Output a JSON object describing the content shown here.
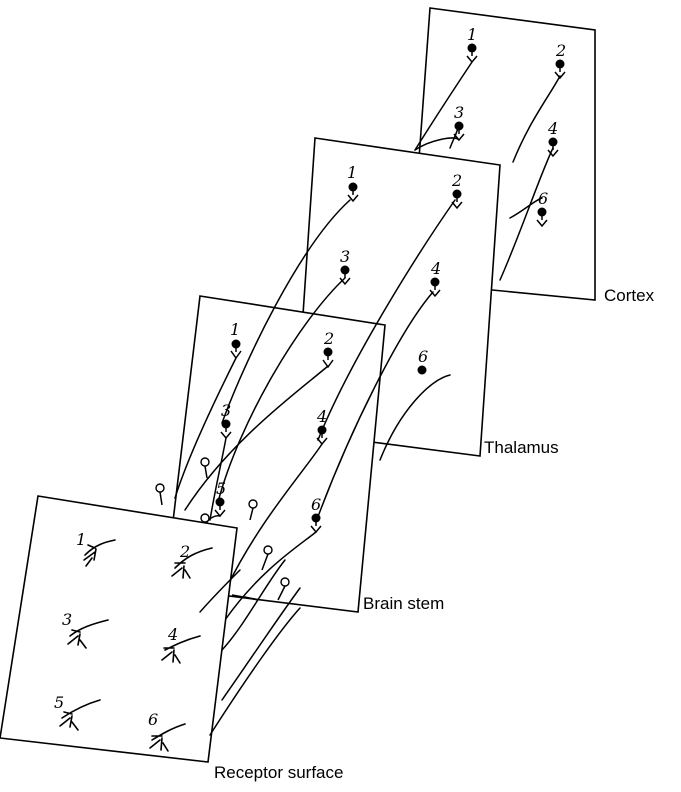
{
  "labels": {
    "cortex": "Cortex",
    "thalamus": "Thalamus",
    "brain_stem": "Brain stem",
    "receptor_surface": "Receptor surface"
  },
  "neuron_numbers": [
    "1",
    "2",
    "3",
    "4",
    "5",
    "6"
  ]
}
